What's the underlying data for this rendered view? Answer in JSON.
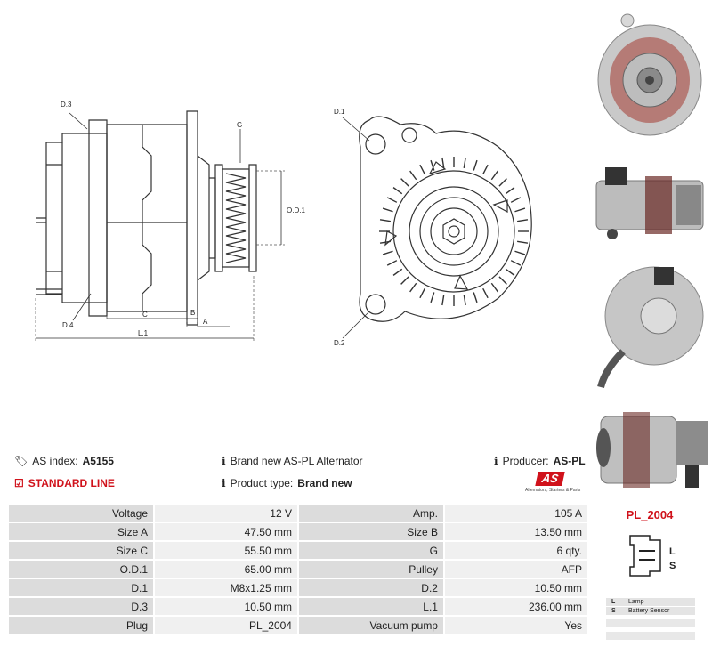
{
  "diagram": {
    "labels": {
      "d3": "D.3",
      "g": "G",
      "od1": "O.D.1",
      "d4": "D.4",
      "c": "C",
      "b": "B",
      "a": "A",
      "l1": "L.1",
      "d1": "D.1",
      "d2": "D.2"
    }
  },
  "info": {
    "as_index_label": "AS index:",
    "as_index_value": "A5155",
    "standard_line": "STANDARD LINE",
    "brand_new_text": "Brand new AS-PL Alternator",
    "product_type_label": "Product type:",
    "product_type_value": "Brand new",
    "producer_label": "Producer:",
    "producer_value": "AS-PL"
  },
  "logo": {
    "text": "AS",
    "tagline": "Alternators, Starters & Parts"
  },
  "specs": [
    {
      "l1": "Voltage",
      "v1": "12 V",
      "l2": "Amp.",
      "v2": "105 A"
    },
    {
      "l1": "Size A",
      "v1": "47.50 mm",
      "l2": "Size B",
      "v2": "13.50 mm"
    },
    {
      "l1": "Size C",
      "v1": "55.50 mm",
      "l2": "G",
      "v2": "6 qty."
    },
    {
      "l1": "O.D.1",
      "v1": "65.00 mm",
      "l2": "Pulley",
      "v2": "AFP"
    },
    {
      "l1": "D.1",
      "v1": "M8x1.25 mm",
      "l2": "D.2",
      "v2": "10.50 mm"
    },
    {
      "l1": "D.3",
      "v1": "10.50 mm",
      "l2": "L.1",
      "v2": "236.00 mm"
    },
    {
      "l1": "Plug",
      "v1": "PL_2004",
      "l2": "Vacuum pump",
      "v2": "Yes"
    }
  ],
  "plug": {
    "code": "PL_2004",
    "pin_l": "L",
    "pin_s": "S",
    "legend": [
      {
        "key": "L",
        "value": "Lamp"
      },
      {
        "key": "S",
        "value": "Battery Sensor"
      }
    ]
  },
  "colors": {
    "accent": "#d0121b",
    "label_bg": "#dcdcdc",
    "value_bg": "#f0f0f0"
  }
}
